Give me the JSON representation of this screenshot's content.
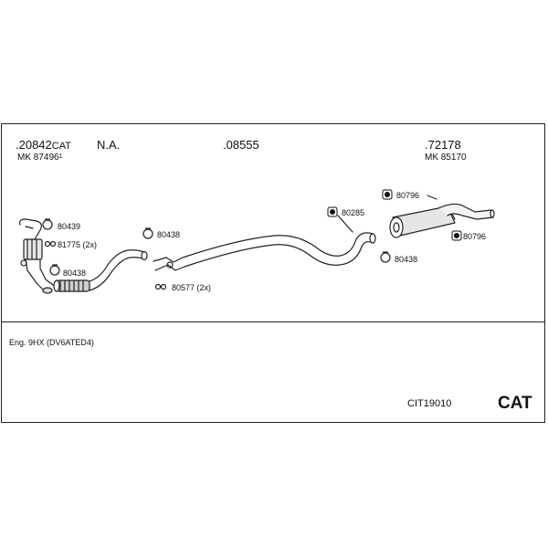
{
  "header": {
    "part1": {
      "number": ".20842",
      "suffix": "CAT",
      "mk": "MK 87496",
      "mk_sup": "1"
    },
    "part2": {
      "label": "N.A."
    },
    "part3": {
      "number": ".08555"
    },
    "part4": {
      "number": ".72178",
      "mk": "MK 85170"
    }
  },
  "callouts": {
    "c80439": "80439",
    "c81775": "81775 (2x)",
    "c80438_left": "80438",
    "c80438_mid": "80438",
    "c80577": "80577 (2x)",
    "c80285": "80285",
    "c80796_top": "80796",
    "c80796_right": "80796",
    "c80438_right": "80438"
  },
  "footer": {
    "engine": "Eng. 9HX (DV6ATED4)",
    "kit_code": "CIT19010",
    "brand": "CAT"
  }
}
